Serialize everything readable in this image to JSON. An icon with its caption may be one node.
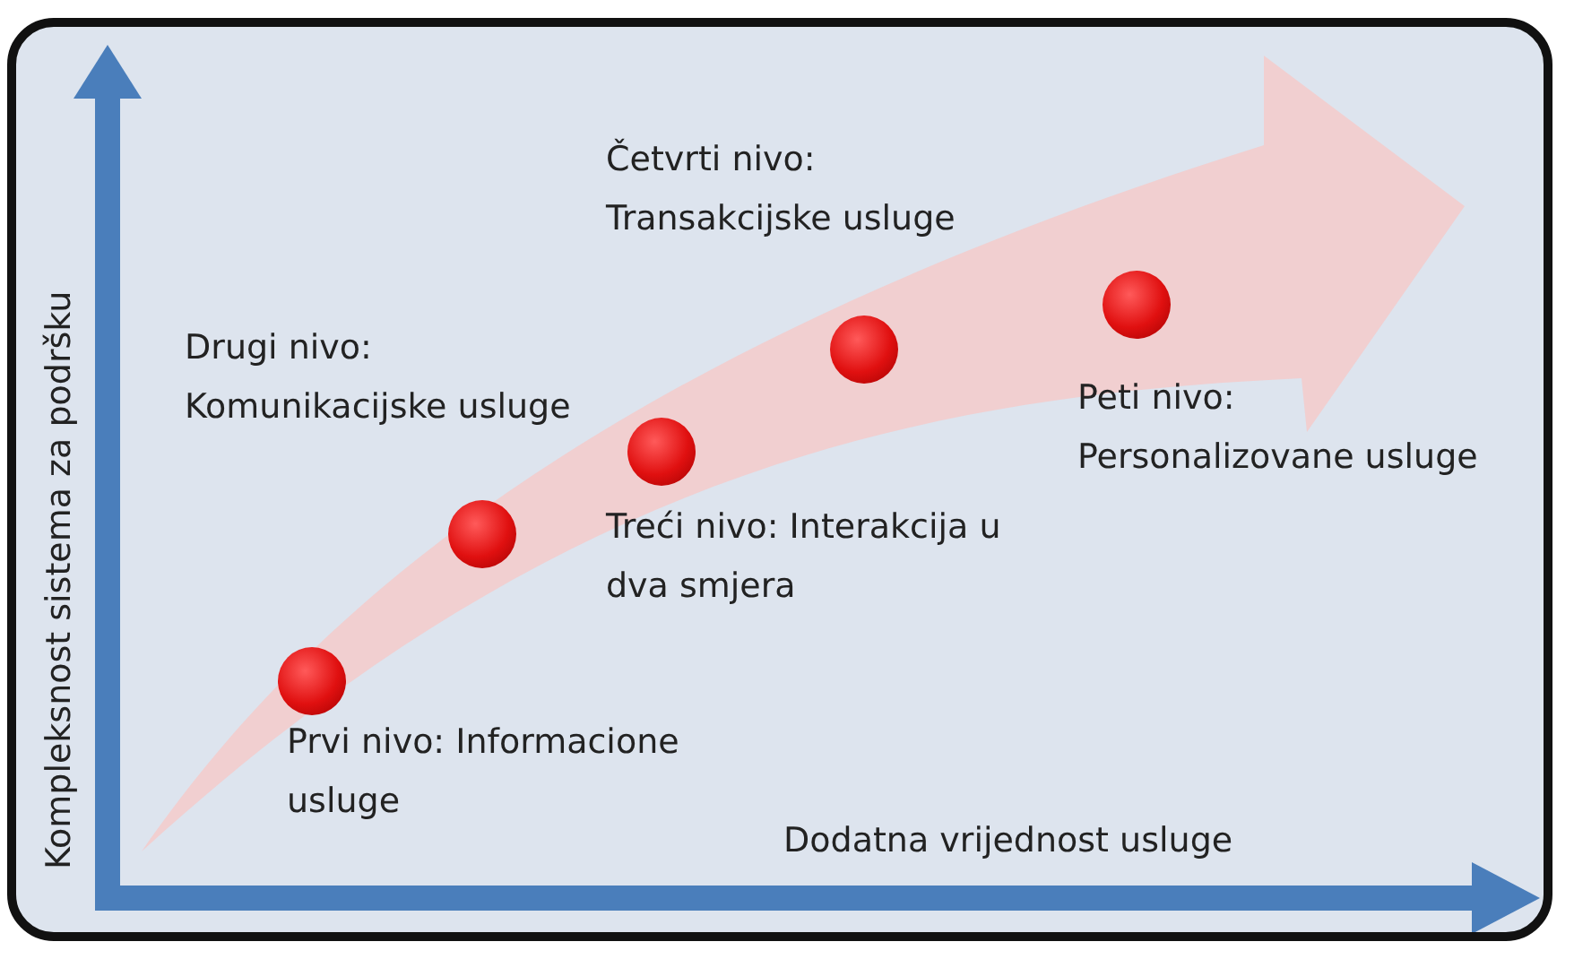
{
  "diagram": {
    "nodes": [
      {
        "text": [],
        "shape": "circle",
        "beside": [
          "Prvi nivo: Informacione usluge"
        ]
      },
      {
        "text": [],
        "shape": "circle",
        "beside": [
          "Drugi nivo: Komunikacijske usluge"
        ]
      },
      {
        "text": [],
        "shape": "circle",
        "beside": [
          "Treći nivo: Interakcija u dva smjera"
        ]
      },
      {
        "text": [],
        "shape": "circle",
        "beside": [
          "Četvrti nivo: Transakcijske usluge"
        ]
      },
      {
        "text": [],
        "shape": "circle",
        "beside": [
          "Peti nivo: Personalizovane usluge"
        ]
      }
    ],
    "labels": [
      "Kompleksnost sistema za podršku",
      "Dodatna vrijednost usluge"
    ]
  }
}
